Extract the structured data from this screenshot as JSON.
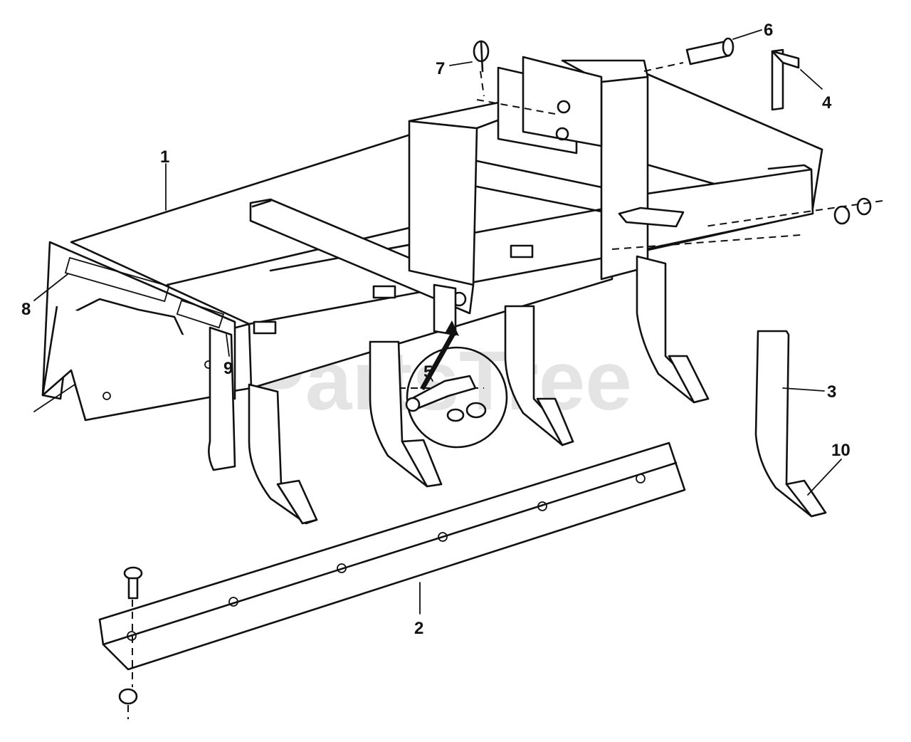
{
  "diagram": {
    "watermark": "PartsTree",
    "callouts": [
      {
        "id": "1",
        "label": "1",
        "part": "frame"
      },
      {
        "id": "2",
        "label": "2",
        "part": "scraper-blade"
      },
      {
        "id": "3",
        "label": "3",
        "part": "shank"
      },
      {
        "id": "4",
        "label": "4",
        "part": "wrench"
      },
      {
        "id": "5",
        "label": "5",
        "part": "bolt"
      },
      {
        "id": "6",
        "label": "6",
        "part": "hitch-pin"
      },
      {
        "id": "7",
        "label": "7",
        "part": "lynch-pin"
      },
      {
        "id": "8",
        "label": "8",
        "part": "side-plate-left"
      },
      {
        "id": "9",
        "label": "9",
        "part": "side-plate-right"
      },
      {
        "id": "10",
        "label": "10",
        "part": "shovel"
      }
    ]
  }
}
